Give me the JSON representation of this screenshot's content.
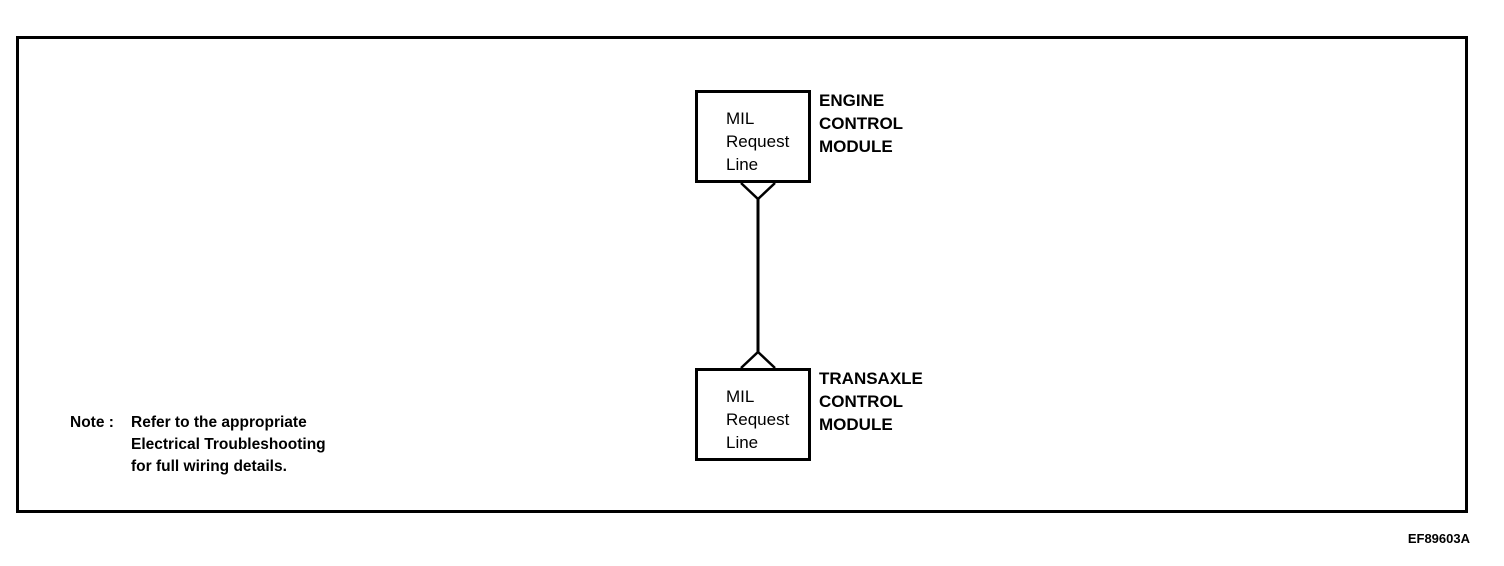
{
  "figure_code": "EF89603A",
  "ecm": {
    "box_lines": [
      "MIL",
      "Request",
      "Line"
    ],
    "label_lines": [
      "ENGINE",
      "CONTROL",
      "MODULE"
    ]
  },
  "tcm": {
    "box_lines": [
      "MIL",
      "Request",
      "Line"
    ],
    "label_lines": [
      "TRANSAXLE",
      "CONTROL",
      "MODULE"
    ]
  },
  "note": {
    "prefix": "Note :",
    "lines": [
      "Refer to the appropriate",
      "Electrical Troubleshooting",
      "for full wiring details."
    ]
  }
}
